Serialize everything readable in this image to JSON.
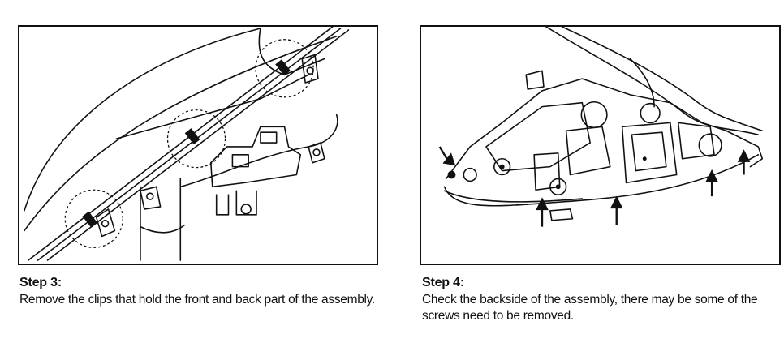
{
  "steps": [
    {
      "title": "Step 3:",
      "text": "Remove the clips that hold the front and back part of the assembly.",
      "illustration_icon": "headlamp-clips-illustration"
    },
    {
      "title": "Step 4:",
      "text": "Check the backside of the assembly, there may be some of the screws need to be removed.",
      "illustration_icon": "headlamp-backside-screws-illustration"
    }
  ]
}
